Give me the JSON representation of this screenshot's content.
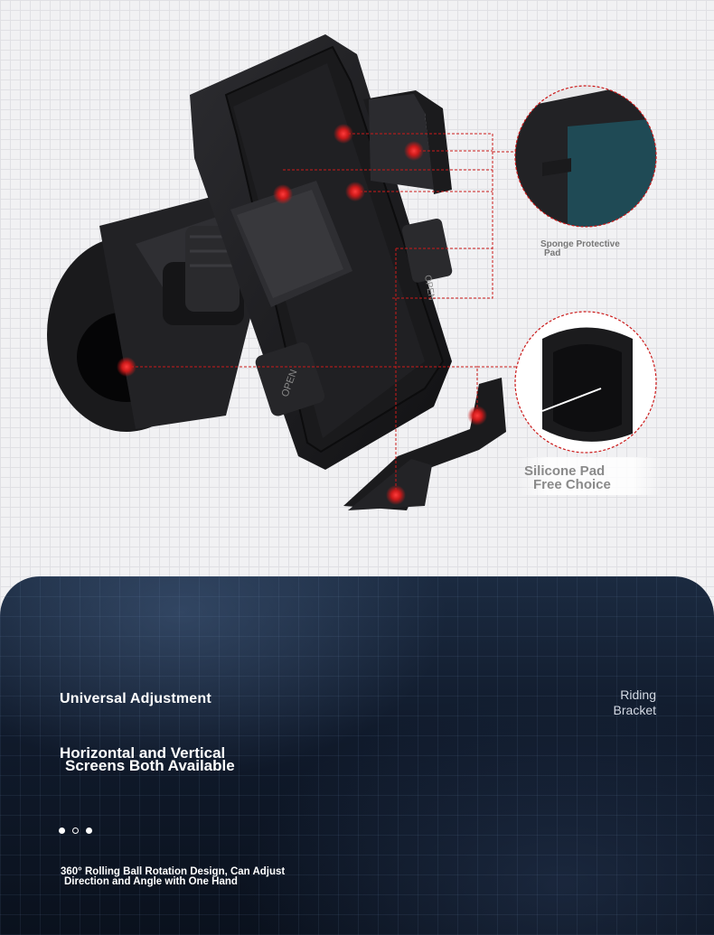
{
  "callouts": {
    "sponge_label": [
      "Sponge Protective",
      "Pad"
    ],
    "silicone_label": [
      "Silicone Pad",
      "Free Choice"
    ]
  },
  "panel": {
    "heading": "Universal Adjustment",
    "tag": [
      "Riding",
      "Bracket"
    ],
    "subheading": [
      "Horizontal and Vertical",
      "Screens Both Available"
    ],
    "carousel": {
      "count": 3,
      "active_index": 1
    },
    "description": [
      "360° Rolling Ball Rotation Design, Can Adjust",
      "Direction and Angle with One Hand"
    ]
  },
  "product": {
    "open_label": "OPEN"
  },
  "colors": {
    "callout_red": "#cc1a1a",
    "panel_dark": "#101a2b",
    "product_black": "#1e1e20"
  }
}
